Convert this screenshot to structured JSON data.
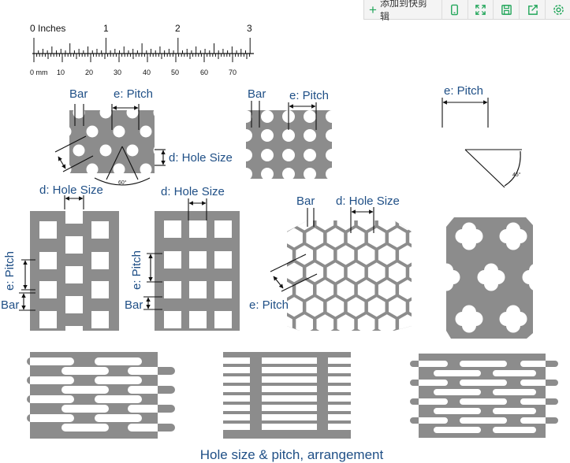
{
  "toolbar": {
    "add_label": "添加到快剪辑",
    "accent": "#22a65a",
    "icons": [
      "phone-icon",
      "expand-icon",
      "save-icon",
      "share-icon",
      "settings-icon"
    ]
  },
  "ruler": {
    "inch_label": "0 Inches",
    "inch_ticks": [
      "1",
      "2",
      "3"
    ],
    "mm_label": "0  mm",
    "mm_ticks": [
      "10",
      "20",
      "30",
      "40",
      "50",
      "60",
      "70"
    ]
  },
  "round_staggered": {
    "bar": "Bar",
    "pitch": "e: Pitch",
    "hole_size": "d: Hole Size",
    "angle": "60°"
  },
  "round_straight": {
    "bar": "Bar",
    "pitch": "e: Pitch"
  },
  "round_45": {
    "pitch": "e: Pitch",
    "angle": "45°"
  },
  "square_staggered": {
    "hole_size": "d: Hole Size",
    "pitch": "e: Pitch",
    "bar": "Bar"
  },
  "square_straight": {
    "hole_size": "d: Hole Size",
    "pitch": "e: Pitch",
    "bar": "Bar"
  },
  "hexagonal": {
    "bar": "Bar",
    "hole_size": "d: Hole Size",
    "pitch": "e: Pitch"
  },
  "caption": "Hole size & pitch, arrangement",
  "colors": {
    "plate": "#8c8c8c",
    "label": "#1f4f86"
  }
}
